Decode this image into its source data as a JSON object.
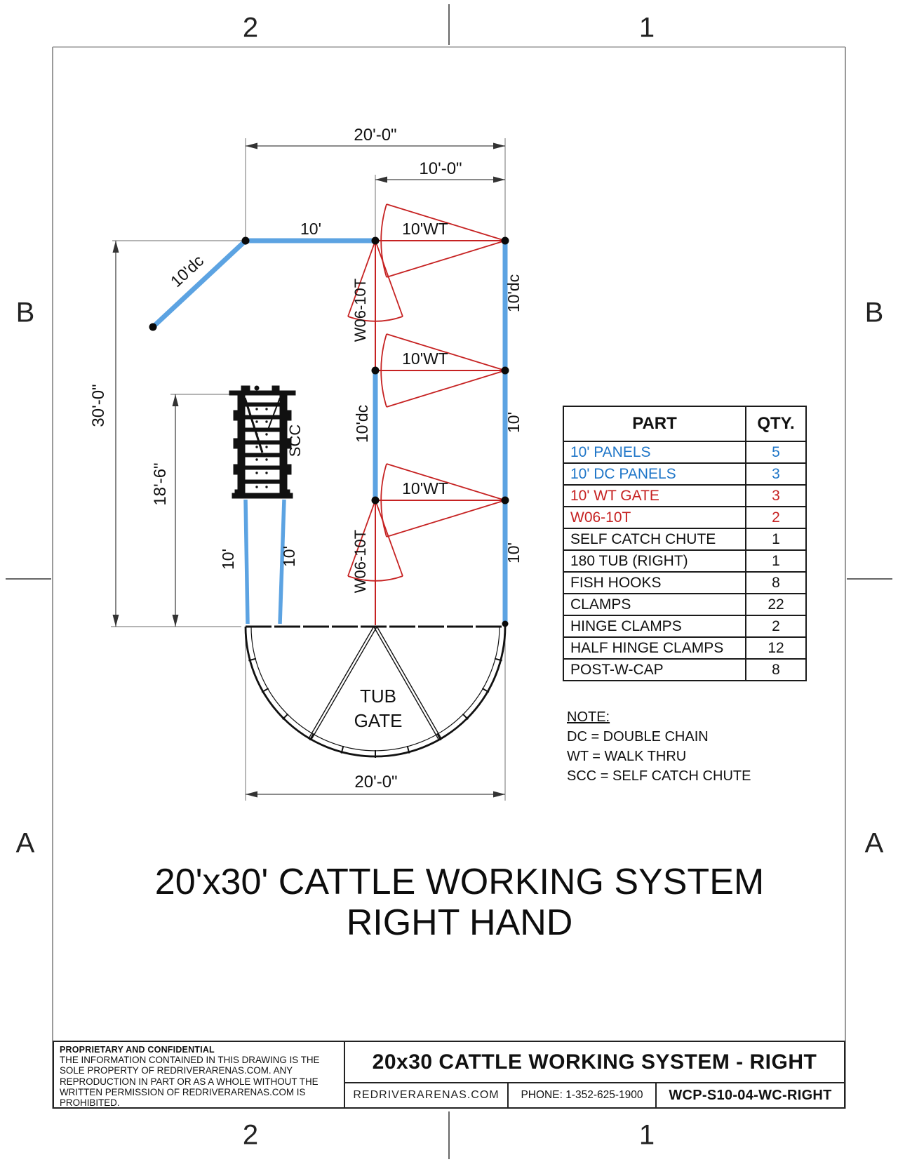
{
  "zones": {
    "top_left": "2",
    "top_right": "1",
    "bottom_left": "2",
    "bottom_right": "1",
    "left_upper": "B",
    "left_lower": "A",
    "right_upper": "B",
    "right_lower": "A"
  },
  "diagram": {
    "dim_top": "20'-0\"",
    "dim_top_inner": "10'-0\"",
    "dim_left": "30'-0\"",
    "dim_left_inner": "18'-6\"",
    "dim_bottom": "20'-0\"",
    "panel_top": "10'",
    "panel_diag": "10'dc",
    "gate_wt": "10'WT",
    "gate_w06": "W06-10T",
    "panel_mid_dc": "10'dc",
    "right_labels": [
      "10'dc",
      "10'",
      "10'"
    ],
    "chute_left": "10'",
    "chute_right": "10'",
    "scc_label": "SCC",
    "tub_line1": "TUB",
    "tub_line2": "GATE"
  },
  "parts_table": {
    "headers": [
      "PART",
      "QTY."
    ],
    "rows": [
      {
        "part": "10' PANELS",
        "qty": "5"
      },
      {
        "part": "10' DC PANELS",
        "qty": "3"
      },
      {
        "part": "10' WT GATE",
        "qty": "3"
      },
      {
        "part": "W06-10T",
        "qty": "2"
      },
      {
        "part": "SELF CATCH CHUTE",
        "qty": "1"
      },
      {
        "part": "180 TUB (RIGHT)",
        "qty": "1"
      },
      {
        "part": "FISH HOOKS",
        "qty": "8"
      },
      {
        "part": "CLAMPS",
        "qty": "22"
      },
      {
        "part": "HINGE CLAMPS",
        "qty": "2"
      },
      {
        "part": "HALF HINGE CLAMPS",
        "qty": "12"
      },
      {
        "part": "POST-W-CAP",
        "qty": "8"
      }
    ]
  },
  "note": {
    "title": "NOTE:",
    "lines": [
      "DC = DOUBLE CHAIN",
      "WT = WALK THRU",
      "SCC = SELF CATCH CHUTE"
    ]
  },
  "main_title": {
    "line1": "20'x30' CATTLE WORKING SYSTEM",
    "line2": "RIGHT HAND"
  },
  "title_block": {
    "confidential_heading": "PROPRIETARY AND CONFIDENTIAL",
    "confidential_lines": [
      "THE INFORMATION CONTAINED IN THIS DRAWING IS THE",
      "SOLE PROPERTY OF REDRIVERARENAS.COM.  ANY",
      "REPRODUCTION IN PART OR AS A WHOLE WITHOUT THE",
      "WRITTEN PERMISSION OF REDRIVERARENAS.COM IS",
      "PROHIBITED."
    ],
    "title": "20x30 CATTLE WORKING SYSTEM - RIGHT",
    "website": "REDRIVERARENAS.COM",
    "phone": "PHONE: 1-352-625-1900",
    "part_number": "WCP-S10-04-WC-RIGHT"
  },
  "colors": {
    "panel_blue": "#5CA3E2",
    "gate_red": "#C62222",
    "table_blue": "#1F76C8",
    "table_red": "#C62222",
    "dim_line": "#444444"
  }
}
